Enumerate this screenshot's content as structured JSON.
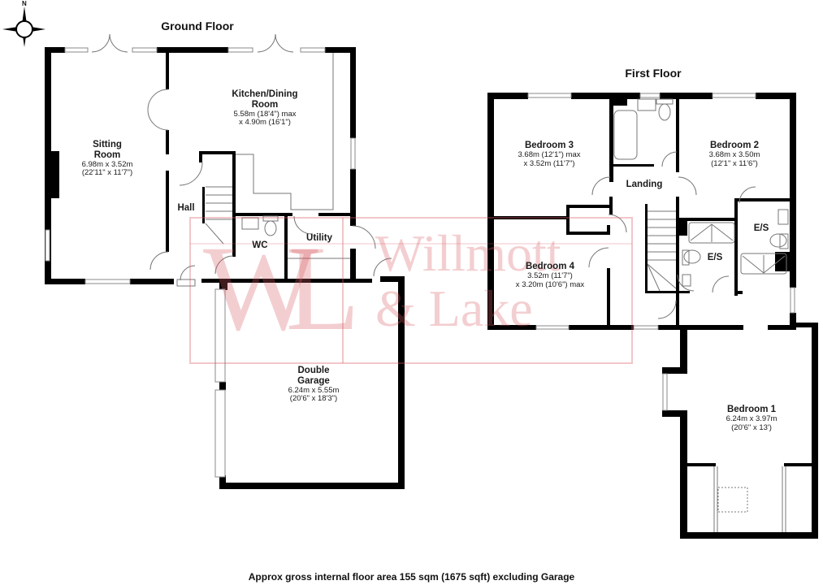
{
  "compass": {
    "north_label": "N",
    "icon": "compass-rose-icon"
  },
  "ground_floor": {
    "title": "Ground Floor",
    "rooms": [
      {
        "id": "sitting-room",
        "name_line1": "Sitting",
        "name_line2": "Room",
        "dim_line1": "6.98m x 3.52m",
        "dim_line2": "(22'11\" x 11'7\")"
      },
      {
        "id": "kitchen-dining",
        "name_line1": "Kitchen/Dining",
        "name_line2": "Room",
        "dim_line1": "5.58m (18'4\") max",
        "dim_line2": "x 4.90m (16'1\")"
      },
      {
        "id": "hall",
        "name_line1": "Hall"
      },
      {
        "id": "wc",
        "name_line1": "WC"
      },
      {
        "id": "utility",
        "name_line1": "Utility"
      },
      {
        "id": "double-garage",
        "name_line1": "Double",
        "name_line2": "Garage",
        "dim_line1": "6.24m x 5.55m",
        "dim_line2": "(20'6\" x 18'3\")"
      }
    ]
  },
  "first_floor": {
    "title": "First Floor",
    "rooms": [
      {
        "id": "bedroom-3",
        "name_line1": "Bedroom 3",
        "dim_line1": "3.68m (12'1\") max",
        "dim_line2": "x 3.52m (11'7\")"
      },
      {
        "id": "bedroom-2",
        "name_line1": "Bedroom 2",
        "dim_line1": "3.68m x 3.50m",
        "dim_line2": "(12'1\" x 11'6\")"
      },
      {
        "id": "landing",
        "name_line1": "Landing"
      },
      {
        "id": "en-suite-1",
        "name_line1": "E/S"
      },
      {
        "id": "en-suite-2",
        "name_line1": "E/S"
      },
      {
        "id": "bedroom-4",
        "name_line1": "Bedroom 4",
        "dim_line1": "3.52m (11'7\")",
        "dim_line2": "x 3.20m (10'6\") max"
      },
      {
        "id": "bedroom-1",
        "name_line1": "Bedroom 1",
        "dim_line1": "6.24m x 3.97m",
        "dim_line2": "(20'6\" x 13')"
      }
    ]
  },
  "watermark": {
    "monogram": "WL",
    "line1": "Willmott",
    "line2": "& Lake",
    "color": "#d65c64"
  },
  "footer": {
    "text": "Approx gross internal floor area 155 sqm (1675 sqft) excluding Garage"
  },
  "colors": {
    "wall": "#000000",
    "background": "#ffffff",
    "fixture_line": "#888888"
  }
}
